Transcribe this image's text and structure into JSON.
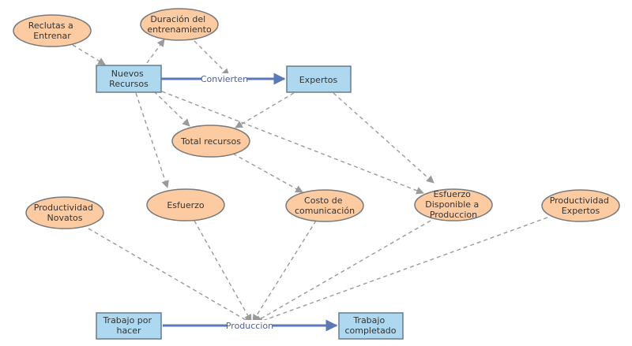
{
  "colors": {
    "stock_fill": "#add8f0",
    "stock_stroke": "#6a7a8a",
    "variable_fill": "#fdcba2",
    "variable_stroke": "#7a7a7a",
    "flow_line": "#5b79b8",
    "link_line": "#9a9a9a",
    "flow_label": "#4a5f9a"
  },
  "stocks": {
    "nuevos_recursos": "Nuevos Recursos",
    "expertos": "Expertos",
    "trabajo_por_hacer": "Trabajo por hacer",
    "trabajo_completado": "Trabajo completado"
  },
  "flows": {
    "convierten": "Convierten",
    "produccion": "Produccion"
  },
  "variables": {
    "reclutas": "Reclutas a Entrenar",
    "duracion": "Duración del entrenamiento",
    "total_recursos": "Total recursos",
    "esfuerzo": "Esfuerzo",
    "costo_comunicacion": "Costo de comunicación",
    "esfuerzo_disponible": "Esfuerzo Disponible a Produccion",
    "productividad_novatos": "Productividad Novatos",
    "productividad_expertos": "Productividad Expertos"
  }
}
